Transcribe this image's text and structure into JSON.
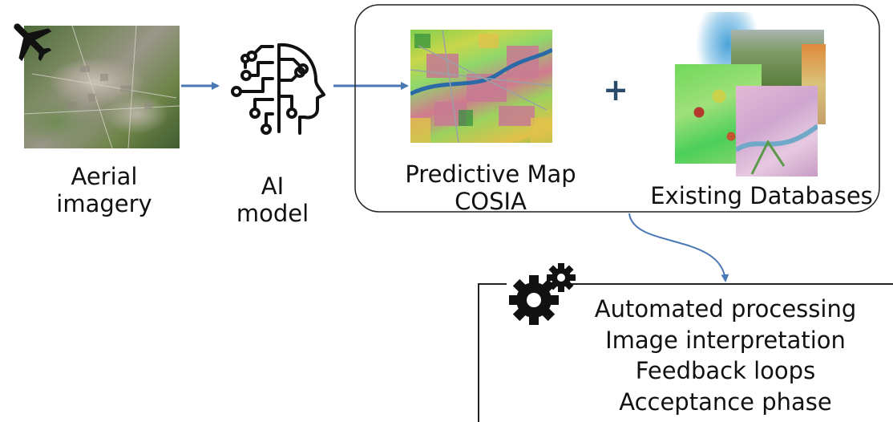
{
  "labels": {
    "aerial_line1": "Aerial",
    "aerial_line2": "imagery",
    "ai_line1": "AI",
    "ai_line2": "model",
    "map_line1": "Predictive Map",
    "map_line2": "COSIA",
    "plus": "+",
    "databases": "Existing Databases"
  },
  "process_steps": [
    "Automated processing",
    "Image interpretation",
    "Feedback loops",
    "Acceptance phase"
  ],
  "icons": {
    "plane": "airplane-icon",
    "ai": "ai-head-circuit-icon",
    "gears": "gears-icon"
  },
  "colors": {
    "arrow": "#4a78b5",
    "plus": "#2c4a6b",
    "frame": "#222222"
  }
}
